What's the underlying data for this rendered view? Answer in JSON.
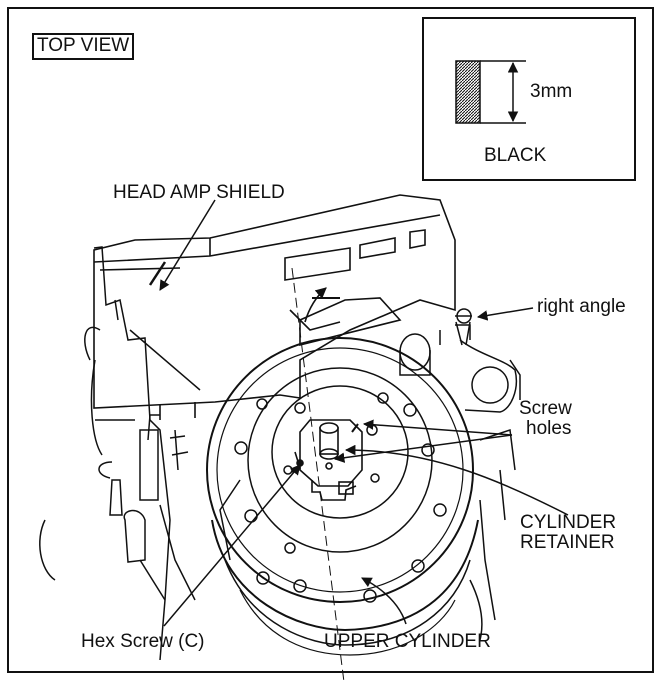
{
  "diagram": {
    "view_label": "TOP VIEW",
    "inset": {
      "dimension": "3mm",
      "color_label": "BLACK"
    },
    "callouts": {
      "head_amp_shield": "HEAD AMP SHIELD",
      "right_angle": "right angle",
      "screw_holes_1": "Screw",
      "screw_holes_2": "holes",
      "cylinder_retainer_1": "CYLINDER",
      "cylinder_retainer_2": "RETAINER",
      "hex_screw": "Hex Screw (C)",
      "upper_cylinder": "UPPER CYLINDER"
    },
    "colors": {
      "ink": "#111111",
      "paper": "#ffffff"
    }
  }
}
